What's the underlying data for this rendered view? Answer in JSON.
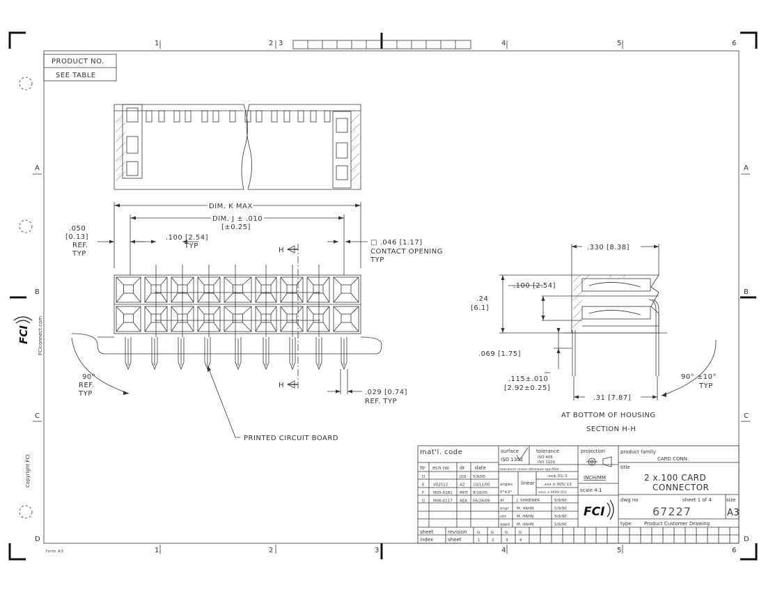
{
  "border": {
    "zones_top": [
      "1",
      "2",
      "3",
      "4",
      "5",
      "6"
    ],
    "zones_bottom": [
      "1",
      "2",
      "3",
      "4",
      "5",
      "6"
    ],
    "rows_left": [
      "A",
      "B",
      "C",
      "D"
    ],
    "rows_right": [
      "A",
      "B",
      "C",
      "D"
    ],
    "form_label": "form A3",
    "website": "FCIconnect.com",
    "copyright": "Copyright FCI",
    "side_logo": "FCI"
  },
  "product_box": {
    "label": "PRODUCT NO.",
    "value": "SEE TABLE"
  },
  "front_view": {
    "dim_k": "DIM. K MAX",
    "dim_j": "DIM. J ± .010",
    "dim_j_metric": "[±0.25]",
    "ref_dim": ".050",
    "ref_dim_metric": "[0.13]",
    "ref_label": "REF.",
    "ref_typ": "TYP",
    "pitch": ".100 [2.54]",
    "pitch_typ": "TYP",
    "section_h": "H",
    "contact_dim": "□ .046 [1.17]",
    "contact_label": "CONTACT OPENING",
    "contact_typ": "TYP",
    "angle": "90°",
    "angle_ref": "REF.",
    "angle_typ": "TYP",
    "pin_dim": ".029 [0.74]",
    "pin_ref": "REF. TYP",
    "pcb_label": "PRINTED CIRCUIT BOARD"
  },
  "side_view": {
    "width_dim": ".330 [8.38]",
    "height_dim": ".24",
    "height_metric": "[6.1]",
    "row_pitch": ".100 [2.54]",
    "standoff": ".069 [1.75]",
    "tail_dim": ".115±.010",
    "tail_metric": "[2.92±0.25]",
    "tail_spacing": ".31 [7.87]",
    "angle": "90° ±10°",
    "angle_typ": "TYP",
    "note": "AT BOTTOM OF HOUSING",
    "section": "SECTION H-H"
  },
  "title_block": {
    "matl_label": "mat'l. code",
    "surface_label": "surface",
    "surface_std": "ISO 1302",
    "tolerance_label": "tolerance",
    "tolerance_std1": "ISO 406",
    "tolerance_std2": "ISO 1101",
    "tol_note": "tolerances unless otherwise specified",
    "projection_label": "projection",
    "family_label": "product family",
    "family_value": "CARD CONN.",
    "title_label": "title",
    "title_line1": "2 x.100 CARD",
    "title_line2": "CONNECTOR",
    "dwg_label": "dwg no",
    "dwg_value": "67227",
    "sheet_label": "sheet 1 of 4",
    "size_label": "size",
    "size_value": "A3",
    "type_label": "type",
    "type_value": "Product Customer Drawing",
    "units": "INCH/MM",
    "scale": "scale 4:1",
    "angles_label": "angles",
    "angles_value": "0°±2°",
    "linear_label": "linear",
    "tol_xx": ".xx±.01/.3",
    "tol_xxx": ".xxx ±.005/.13",
    "tol_xxxx": ".xxxx ±.0020/.051",
    "rev_headers": [
      "ltr",
      "ecn no",
      "dr",
      "date"
    ],
    "revisions": [
      {
        "ltr": "D",
        "ecn": "",
        "dr": "JGS",
        "date": "5/9/00"
      },
      {
        "ltr": "E",
        "ecn": "V02512",
        "dr": "AZ",
        "date": "10/11/00"
      },
      {
        "ltr": "F",
        "ecn": "M05-0181",
        "dr": "MHT",
        "date": "8/18/05"
      },
      {
        "ltr": "G",
        "ecn": "M06-0117",
        "dr": "AEA",
        "date": "06/26/06"
      }
    ],
    "sign": [
      {
        "role": "dr",
        "name": "J. SHREINER",
        "date": "5/9/90"
      },
      {
        "role": "engr",
        "name": "M. HAHN",
        "date": "5/9/90"
      },
      {
        "role": "chr",
        "name": "M. HAHN",
        "date": "5/9/90"
      },
      {
        "role": "appd",
        "name": "M. HAHN",
        "date": "5/9/90"
      }
    ],
    "logo": "FCI",
    "sheet_row_label": "sheet",
    "revision_label": "revision",
    "revision_values": [
      "G",
      "G",
      "G",
      "G"
    ],
    "index_label": "index",
    "index_sheet_label": "sheet",
    "index_values": [
      "1",
      "2",
      "3",
      "4"
    ]
  }
}
